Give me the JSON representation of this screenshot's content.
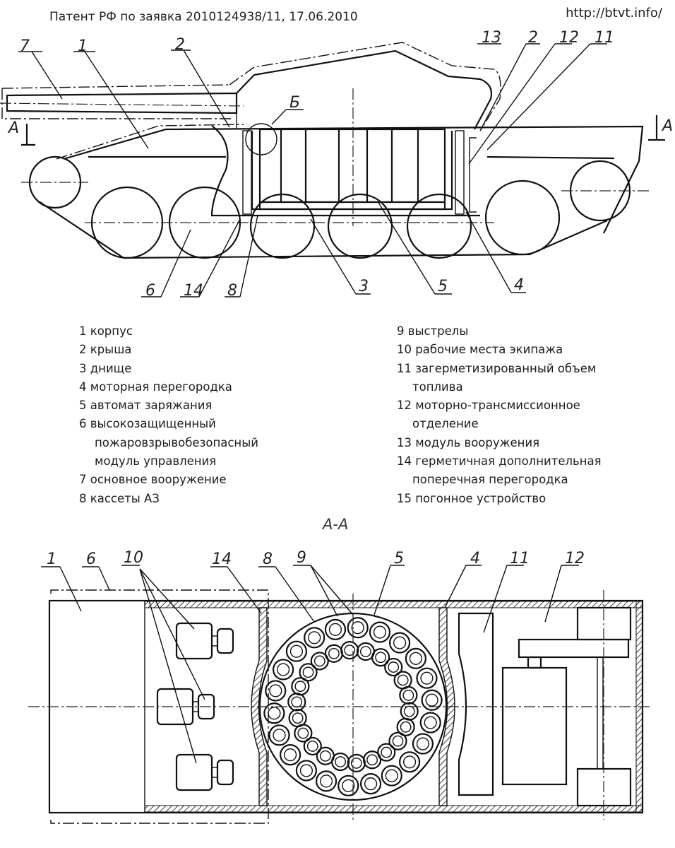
{
  "header": {
    "title": "Патент РФ по заявка 2010124938/11, 17.06.2010",
    "source_url": "http://btvt.info/"
  },
  "side_view": {
    "section_marker": "A",
    "callouts": [
      "7",
      "1",
      "2",
      "Б",
      "13",
      "2",
      "12",
      "11",
      "6",
      "14",
      "8",
      "3",
      "5",
      "4"
    ]
  },
  "legend": {
    "left": [
      {
        "num": "1",
        "text": "корпус"
      },
      {
        "num": "2",
        "text": "крыша"
      },
      {
        "num": "3",
        "text": "днище"
      },
      {
        "num": "4",
        "text": "моторная перегородка"
      },
      {
        "num": "5",
        "text": "автомат заряжания"
      },
      {
        "num": "6",
        "text": "высокозащищенный",
        "cont": [
          "пожаровзрывобезопасный",
          "модуль управления"
        ]
      },
      {
        "num": "7",
        "text": "основное вооружение"
      },
      {
        "num": "8",
        "text": "кассеты АЗ"
      }
    ],
    "right": [
      {
        "num": "9",
        "text": "  выстрелы"
      },
      {
        "num": "10",
        "text": "рабочие места экипажа"
      },
      {
        "num": "11",
        "text": "загерметизированный объем",
        "cont": [
          "топлива"
        ]
      },
      {
        "num": "12",
        "text": "моторно-трансмиссионное",
        "cont": [
          "отделение"
        ]
      },
      {
        "num": "13",
        "text": "модуль вооружения"
      },
      {
        "num": "14",
        "text": "герметичная дополнительная",
        "cont": [
          "поперечная перегородка"
        ]
      },
      {
        "num": "15",
        "text": "погонное устройство"
      }
    ]
  },
  "section_view": {
    "title": "А-А",
    "callouts": [
      "1",
      "6",
      "10",
      "14",
      "8",
      "9",
      "5",
      "4",
      "11",
      "12"
    ],
    "carousel_round_pairs": 22
  }
}
